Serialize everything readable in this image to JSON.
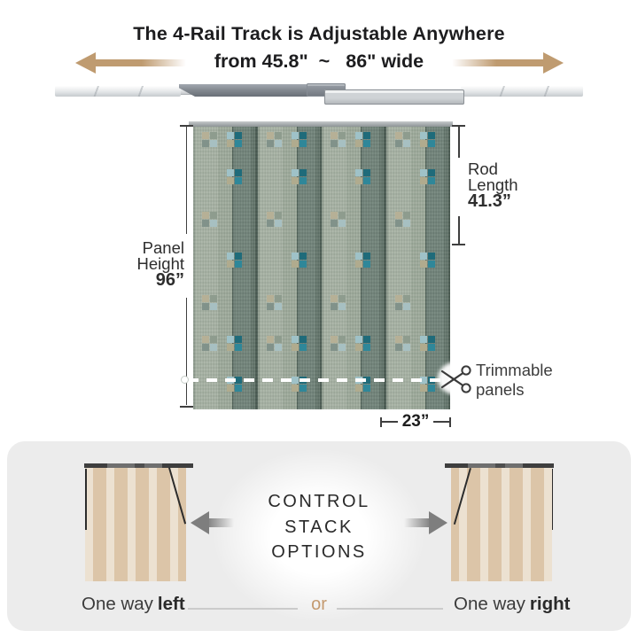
{
  "header": {
    "title_line1": "The 4-Rail Track is Adjustable Anywhere",
    "width_from": "from 45.8\"",
    "width_tilde": "~",
    "width_to": "86\" wide"
  },
  "diagram": {
    "panel_count": 4,
    "panel_height_label_1": "Panel",
    "panel_height_label_2": "Height",
    "panel_height_value": "96”",
    "rod_length_label_1": "Rod",
    "rod_length_label_2": "Length",
    "rod_length_value": "41.3”",
    "trimmable_label_1": "Trimmable",
    "trimmable_label_2": "panels",
    "panel_width_value": "23”"
  },
  "control_stack": {
    "heading": [
      "CONTROL",
      "STACK",
      "OPTIONS"
    ],
    "left_option_prefix": "One way",
    "left_option_bold": "left",
    "conjunction": "or",
    "right_option_prefix": "One way",
    "right_option_bold": "right"
  },
  "colors": {
    "accent_tan": "#bf9b70",
    "panel_light": "#a3b0a1",
    "panel_dark": "#6f8173",
    "cluster_light": [
      "#b6b096",
      "#8e9c8e",
      "#81928a",
      "#a7c0c2"
    ],
    "cluster_dark": [
      "#9fc2c8",
      "#1f6b7a",
      "#b0ab8e",
      "#2f8799"
    ],
    "stack_stripe_light": "#ece1d1",
    "stack_stripe_tan": "#dcc5a8",
    "gray_box": "#ececec"
  },
  "icons": {
    "left_arrow": "left-arrow-icon",
    "right_arrow": "right-arrow-icon",
    "scissors": "scissors-icon"
  }
}
